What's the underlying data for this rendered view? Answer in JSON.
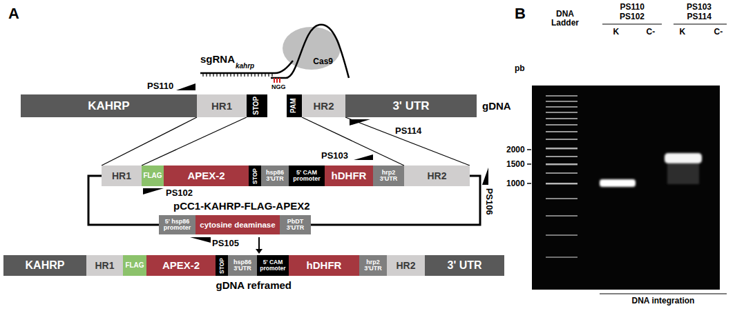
{
  "diagram": {
    "nodes": [
      {
        "text": [
          "Cas9"
        ]
      },
      {
        "text": [
          "KAHRP"
        ]
      },
      {
        "text": [
          "HR1"
        ]
      },
      {
        "text": [
          "STOP"
        ]
      },
      {
        "text": [
          "PAM"
        ]
      },
      {
        "text": [
          "HR2"
        ]
      },
      {
        "text": [
          "3' UTR"
        ]
      },
      {
        "text": [
          "HR1"
        ]
      },
      {
        "text": [
          "FLAG"
        ]
      },
      {
        "text": [
          "APEX-2"
        ]
      },
      {
        "text": [
          "STOP"
        ]
      },
      {
        "text": [
          "hsp86 3'UTR"
        ]
      },
      {
        "text": [
          "5' CAM promoter"
        ]
      },
      {
        "text": [
          "hDHFR"
        ]
      },
      {
        "text": [
          "hrp2 3'UTR"
        ]
      },
      {
        "text": [
          "HR2"
        ]
      },
      {
        "text": [
          "5' hsp86 promoter"
        ]
      },
      {
        "text": [
          "cytosine deaminase"
        ]
      },
      {
        "text": [
          "PbDT 3'UTR"
        ]
      },
      {
        "text": [
          "KAHRP"
        ]
      },
      {
        "text": [
          "HR1"
        ]
      },
      {
        "text": [
          "FLAG"
        ]
      },
      {
        "text": [
          "APEX-2"
        ]
      },
      {
        "text": [
          "STOP"
        ]
      },
      {
        "text": [
          "hsp86 3'UTR"
        ]
      },
      {
        "text": [
          "5' CAM promoter"
        ]
      },
      {
        "text": [
          "hDHFR"
        ]
      },
      {
        "text": [
          "hrp2 3'UTR"
        ]
      },
      {
        "text": [
          "HR2"
        ]
      },
      {
        "text": [
          "3' UTR"
        ]
      }
    ],
    "edges": [
      {
        "from": 2,
        "to": 7,
        "arrow": "none"
      },
      {
        "from": 2,
        "to": 7,
        "arrow": "none"
      },
      {
        "from": 5,
        "to": 15,
        "arrow": "none"
      },
      {
        "from": 5,
        "to": 15,
        "arrow": "none"
      }
    ],
    "labels": [
      "A",
      "sgRNA",
      "kahrp",
      "NGG",
      "PS110",
      "gDNA",
      "PS114",
      "PS103",
      "PS102",
      "pCC1-KAHRP-FLAG-APEX2",
      "PS106",
      "PS105",
      "gDNA reframed",
      "B",
      "DNA Ladder",
      "PS110",
      "PS102",
      "PS103",
      "PS114",
      "pb",
      "K",
      "C-",
      "K",
      "C-",
      "2000",
      "1500",
      "1000",
      "DNA integration"
    ]
  }
}
